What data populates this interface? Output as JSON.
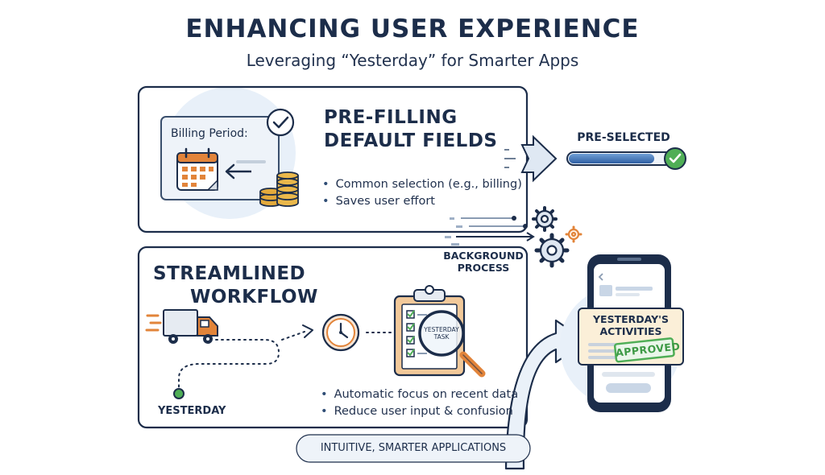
{
  "header": {
    "title": "ENHANCING USER EXPERIENCE",
    "subtitle": "Leveraging “Yesterday” for Smarter Apps"
  },
  "prefill": {
    "heading_line1": "PRE-FILLING",
    "heading_line2": "DEFAULT FIELDS",
    "card_label": "Billing Period:",
    "bullets": [
      "Common selection (e.g., billing)",
      "Saves user effort"
    ],
    "status_label": "PRE-SELECTED",
    "status_progress": 0.78
  },
  "background": {
    "label_line1": "BACKGROUND",
    "label_line2": "PROCESS"
  },
  "workflow": {
    "heading_line1": "STREAMLINED",
    "heading_line2": "WORKFLOW",
    "start_label": "YESTERDAY",
    "task_tag_line1": "YESTERDAY",
    "task_tag_line2": "TASK",
    "bullets": [
      "Automatic focus on recent data",
      "Reduce user input & confusion"
    ]
  },
  "phone": {
    "card_line1": "YESTERDAY'S",
    "card_line2": "ACTIVITIES",
    "stamp": "APPROVED"
  },
  "footer": {
    "pill": "INTUITIVE, SMARTER APPLICATIONS"
  },
  "colors": {
    "navy": "#1c2d4a",
    "blue": "#3f73b8",
    "accent_orange": "#e2843a",
    "success_green": "#4fae56",
    "soft_blue": "#dde9f6"
  }
}
